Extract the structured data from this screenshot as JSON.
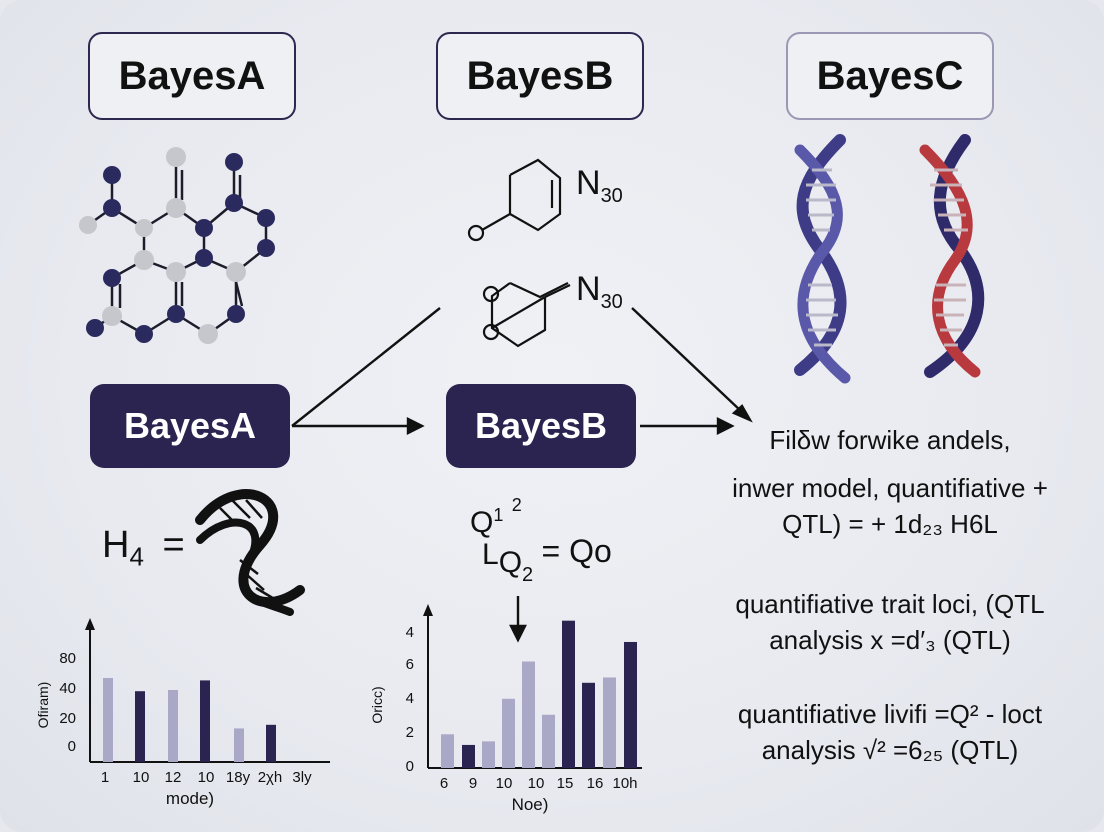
{
  "top_boxes": {
    "a": "BayesA",
    "b": "BayesB",
    "c": "BayesC"
  },
  "mid_boxes": {
    "a": "BayesA",
    "b": "BayesB"
  },
  "formula_b1": {
    "main": "N",
    "sub": "30"
  },
  "formula_b2": {
    "main": "N",
    "sub": "30"
  },
  "equation_left": {
    "h": "H",
    "sub": "4",
    "eq": "="
  },
  "equation_mid": {
    "q": "Q",
    "sup1": "1",
    "sup2": "2",
    "l": "L",
    "q2": "Q",
    "sub2": "2",
    "rhs": "= Qo"
  },
  "description": {
    "line1": "Filδw forwike andels,",
    "line2": "inwer model, quantifiative +",
    "line3": "QTL)  = + 1d₂₃ H6L",
    "line4": "quantifiative trait loci, (QTL",
    "line5": "analysis x =d′₃ (QTL)",
    "line6": "quantifiative livifi =Q²  - loct",
    "line7": "analysis  √² =6₂₅ (QTL)"
  },
  "colors": {
    "navy": "#2b2350",
    "light_bar": "#a9a8c6",
    "helix_blue": "#4a4894",
    "helix_red": "#b83a3f"
  },
  "chart_data": [
    {
      "type": "bar",
      "ylabel": "Ofiram)",
      "xlabel": "mode)",
      "yticks": [
        "0",
        "20",
        "40",
        "80"
      ],
      "ylim": [
        0,
        80
      ],
      "categories": [
        "1",
        "10",
        "12",
        "10",
        "18y",
        "2χh",
        "3ly"
      ],
      "values": [
        70,
        59,
        60,
        68,
        28,
        31
      ],
      "bar_styles": [
        "light",
        "dark",
        "light",
        "dark",
        "light",
        "dark"
      ]
    },
    {
      "type": "bar",
      "ylabel": "Oricc)",
      "xlabel": "Noe)",
      "yticks": [
        "0",
        "2",
        "4",
        "6",
        "4"
      ],
      "ylim": [
        0,
        8
      ],
      "categories": [
        "6",
        "9",
        "10",
        "10",
        "15",
        "16",
        "10h"
      ],
      "values": [
        1.9,
        1.3,
        1.5,
        3.9,
        6.0,
        3.0,
        8.3,
        4.8,
        5.1,
        7.1
      ],
      "bar_styles": [
        "light",
        "dark",
        "light",
        "light",
        "light",
        "light",
        "dark",
        "dark",
        "light",
        "dark"
      ]
    }
  ]
}
